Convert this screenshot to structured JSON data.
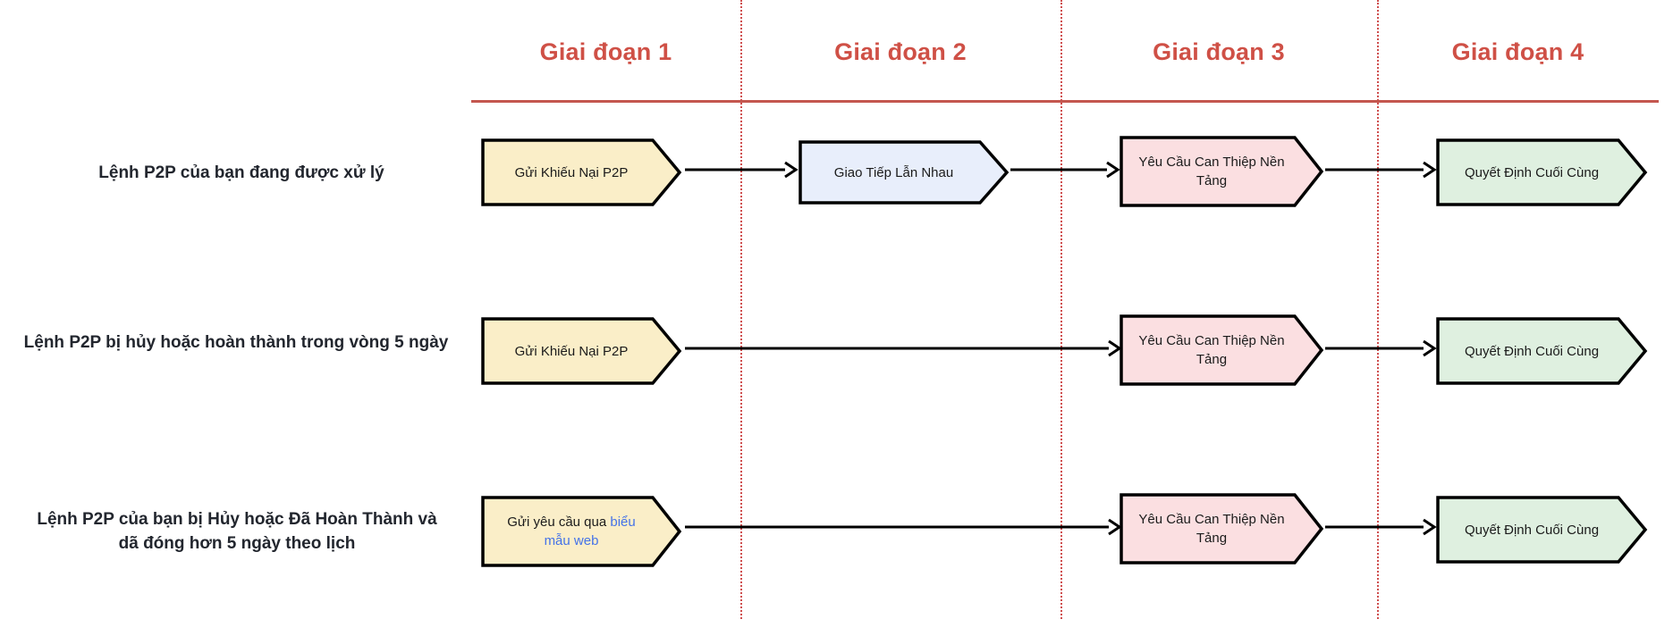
{
  "diagram": {
    "title_colors": {
      "stage_header": "#cf5046",
      "divider": "#cf4f4f",
      "rule": "#c4574f",
      "label": "#22262e",
      "link": "#4472e8"
    },
    "stage_headers": [
      {
        "label": "Giai đoạn 1"
      },
      {
        "label": "Giai đoạn 2"
      },
      {
        "label": "Giai đoạn 3"
      },
      {
        "label": "Giai đoạn 4"
      }
    ],
    "rows": [
      {
        "label": "Lệnh P2P của bạn đang được xử lý",
        "steps": [
          {
            "text": "Gửi Khiếu Nại P2P",
            "fill": "#faeec8",
            "stroke": "#000000"
          },
          {
            "text": "Giao Tiếp Lẫn Nhau",
            "fill": "#e8eefb",
            "stroke": "#000000"
          },
          {
            "text": "Yêu Cầu Can Thiệp Nền Tảng",
            "fill": "#fbdfe1",
            "stroke": "#000000"
          },
          {
            "text": "Quyết Định Cuối Cùng",
            "fill": "#dff0e0",
            "stroke": "#000000"
          }
        ]
      },
      {
        "label": "Lệnh P2P bị hủy hoặc hoàn thành trong vòng 5 ngày",
        "steps": [
          {
            "text": "Gửi Khiếu Nại P2P",
            "fill": "#faeec8",
            "stroke": "#000000"
          },
          {
            "text": "Yêu Cầu Can Thiệp Nền Tảng",
            "fill": "#fbdfe1",
            "stroke": "#000000"
          },
          {
            "text": "Quyết Định Cuối Cùng",
            "fill": "#dff0e0",
            "stroke": "#000000"
          }
        ]
      },
      {
        "label": "Lệnh P2P của bạn bị Hủy hoặc Đã Hoàn Thành và\ndã đóng hơn 5 ngày theo lịch",
        "steps": [
          {
            "text_plain": "Gửi yêu cầu qua ",
            "text_link": "biểu mẫu web",
            "fill": "#faeec8",
            "stroke": "#000000"
          },
          {
            "text": "Yêu Cầu Can Thiệp Nền Tảng",
            "fill": "#fbdfe1",
            "stroke": "#000000"
          },
          {
            "text": "Quyết Định Cuối Cùng",
            "fill": "#dff0e0",
            "stroke": "#000000"
          }
        ]
      }
    ]
  }
}
